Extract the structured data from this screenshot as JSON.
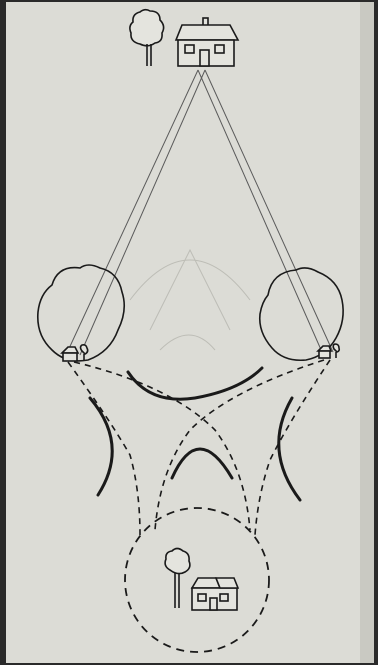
{
  "figure": {
    "kind": "optics-style binocular diagram (house and tree seen by two eyes, fused image below)",
    "colors": {
      "paper": "#dcdcd6",
      "paper_shadow": "#c9c9c2",
      "ink": "#1a1a1a",
      "ray": "#5a5a5a",
      "ghost_lines": "#bdbdb6",
      "frame": "#2a2a2a"
    },
    "icons": {
      "source_scene": [
        "tree-icon",
        "house-icon"
      ],
      "left_eye_image": [
        "house-icon",
        "tree-icon"
      ],
      "right_eye_image": [
        "house-icon",
        "tree-icon"
      ],
      "fused_image": [
        "tree-icon",
        "house-icon"
      ]
    },
    "line_styles": {
      "rays": "solid thin",
      "retina_circles": "solid",
      "crossing_paths": "dashed",
      "fused_circle": "dashed"
    }
  }
}
